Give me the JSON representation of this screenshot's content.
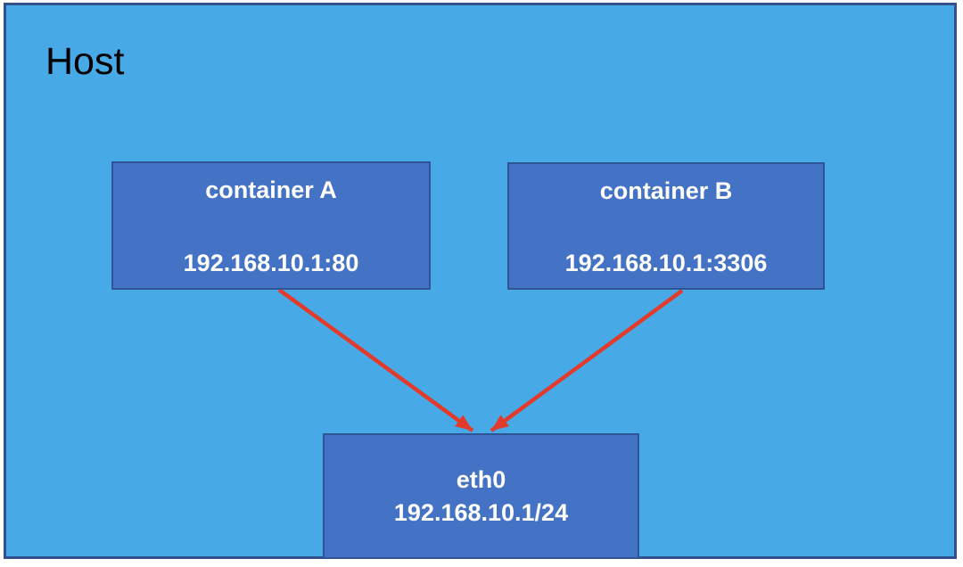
{
  "colors": {
    "page_bg": "#ffffff",
    "host_fill": "#47aae7",
    "host_border": "#33508f",
    "node_fill": "#4472c4",
    "node_border": "#2f5597",
    "node_text": "#ffffff",
    "host_label": "#000000",
    "arrow": "#e23b2c"
  },
  "host": {
    "label": "Host"
  },
  "nodes": {
    "container_a": {
      "title": "container A",
      "address": "192.168.10.1:80"
    },
    "container_b": {
      "title": "container B",
      "address": "192.168.10.1:3306"
    },
    "eth0": {
      "title": "eth0",
      "address": "192.168.10.1/24"
    }
  },
  "edges": [
    {
      "from": "container_a",
      "to": "eth0"
    },
    {
      "from": "container_b",
      "to": "eth0"
    }
  ]
}
